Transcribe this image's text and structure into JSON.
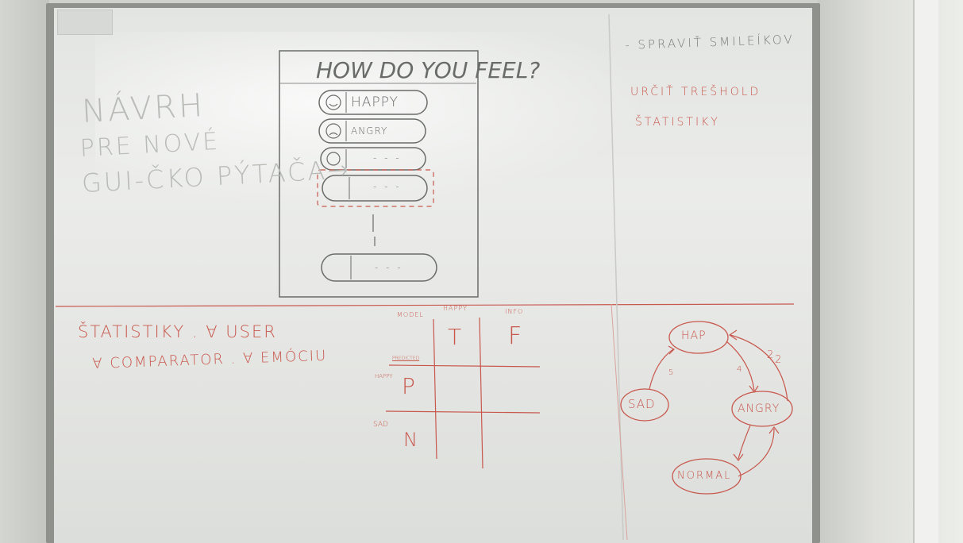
{
  "left_note": {
    "line1": "NÁVRH",
    "line2": "PRE NOVÉ",
    "line3": "GUI-ČKO PÝTAČA→"
  },
  "gui_sketch": {
    "title": "HOW DO YOU FEEL?",
    "buttons": [
      {
        "icon": "happy-face-icon",
        "label": "HAPPY"
      },
      {
        "icon": "angry-face-icon",
        "label": "ANGRY"
      },
      {
        "icon": "sad-face-icon",
        "label": "- - -"
      },
      {
        "icon": "blank-icon",
        "label": "- - -"
      },
      {
        "icon": "blank-icon",
        "label": "- - -"
      }
    ]
  },
  "todo": {
    "item1": "- SPRAVIŤ SMILEÍKOV",
    "item2": "URČIŤ TREŠHOLD",
    "item3": "ŠTATISTIKY"
  },
  "stats_note": {
    "line1": "ŠTATISTIKY . ∀ USER",
    "line2": "∀ COMPARATOR . ∀ EMÓCIU"
  },
  "matrix": {
    "corner": "MODEL",
    "col_labels": [
      "HAPPY",
      "INFO"
    ],
    "row_header": "PREDICTED",
    "row_labels": [
      "HAPPY",
      "SAD"
    ],
    "cells": [
      "T",
      "F",
      "P",
      "N"
    ]
  },
  "state_diagram": {
    "nodes": [
      "HAP",
      "SAD",
      "ANGRY",
      "NORMAL"
    ],
    "edge_labels": [
      "5",
      "4",
      "2",
      "2"
    ]
  },
  "colors": {
    "marker_red": "#c8584e",
    "marker_grey": "#b9bbb8"
  }
}
